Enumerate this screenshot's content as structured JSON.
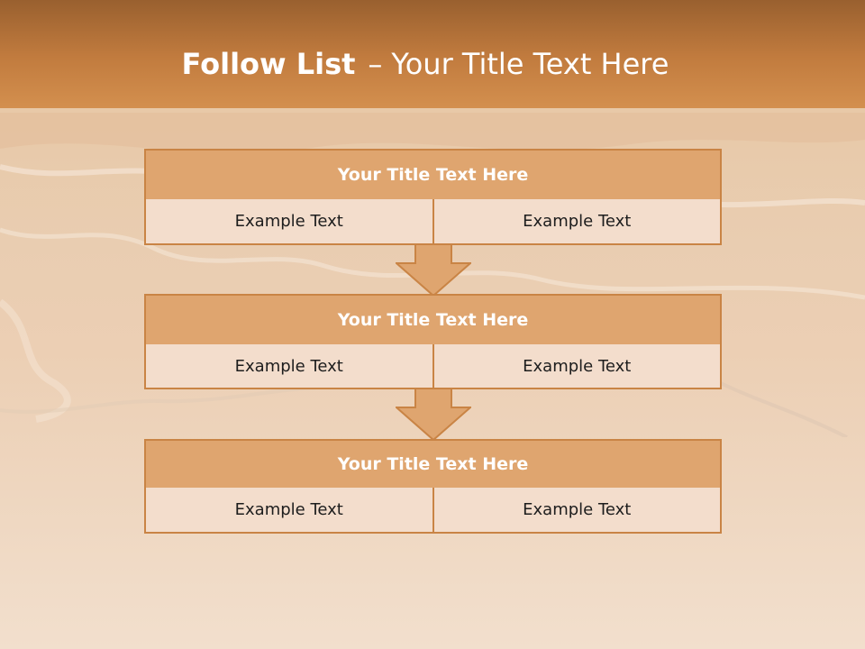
{
  "title": {
    "bold": "Follow List",
    "dash": "–",
    "rest": "Your Title Text Here"
  },
  "blocks": [
    {
      "header": "Your Title Text Here",
      "cells": [
        "Example Text",
        "Example Text"
      ]
    },
    {
      "header": "Your Title Text Here",
      "cells": [
        "Example Text",
        "Example Text"
      ]
    },
    {
      "header": "Your Title Text Here",
      "cells": [
        "Example Text",
        "Example Text"
      ]
    }
  ],
  "colors": {
    "header_fill": "#dfa56f",
    "outline": "#c98445",
    "cell_fill": "#f3ddcc",
    "title_text": "#ffffff"
  }
}
